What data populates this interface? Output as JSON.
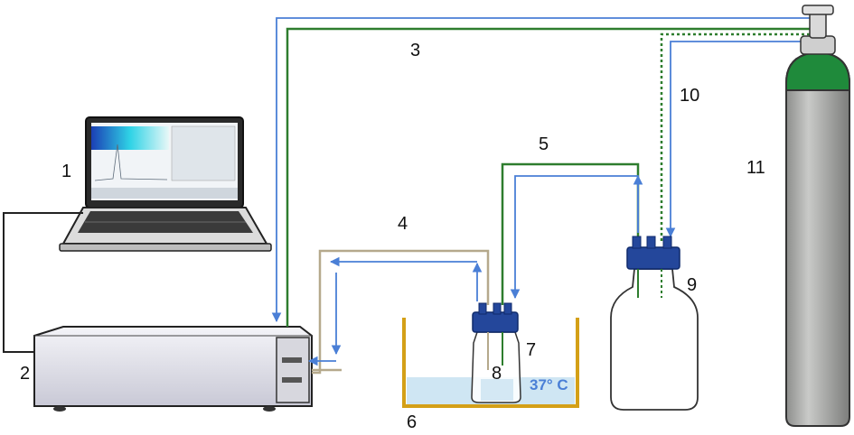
{
  "labels": {
    "computer": "1",
    "analyzer": "2",
    "gas_line_main": "3",
    "line_to_analyzer": "4",
    "line_between_bottles": "5",
    "water_bath": "6",
    "sample_bottle_cap": "7",
    "sample_bottle": "8",
    "reservoir_bottle": "9",
    "gas_inlet": "10",
    "gas_cylinder": "11"
  },
  "water_bath_temperature": "37° C",
  "colors": {
    "gas_line": "#2e7d2e",
    "return_line": "#b5a98c",
    "flow_arrow": "#4a7fd6",
    "bottle_cap": "#24479b",
    "cylinder_top": "#1f8a3b",
    "cylinder_body": "#a9aaa8",
    "water": "#cfe6f3",
    "bath": "#d4a017"
  }
}
